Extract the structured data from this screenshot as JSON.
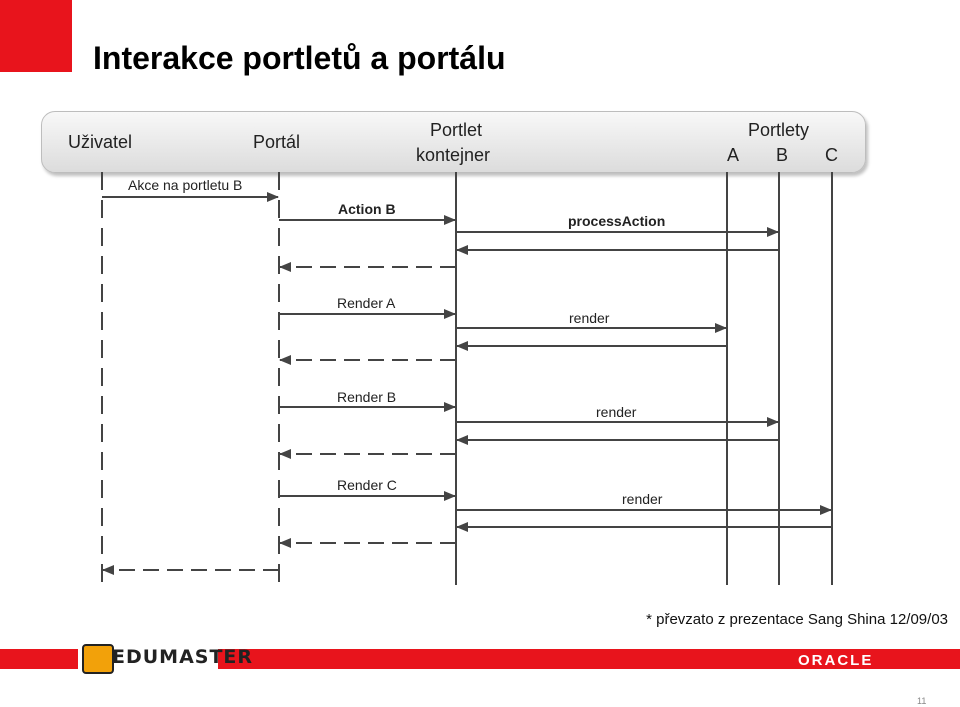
{
  "title": "Interakce portletů a portálu",
  "participants": {
    "user": "Uživatel",
    "portal": "Portál",
    "container_line1": "Portlet",
    "container_line2": "kontejner",
    "portlets_group": "Portlety",
    "portlet_a": "A",
    "portlet_b": "B",
    "portlet_c": "C"
  },
  "messages": {
    "m1": "Akce na portletu B",
    "m2": "Action B",
    "m3": "processAction",
    "m4": "Render A",
    "m5": "render",
    "m6": "Render B",
    "m7": "render",
    "m8": "Render C",
    "m9": "render"
  },
  "footnote": "* převzato z prezentace Sang Shina 12/09/03",
  "footer": {
    "left_logo": "EDUMASTER",
    "right_logo": "ORACLE",
    "page_number": "11"
  },
  "colors": {
    "accent": "#e8141c",
    "line": "#444444"
  }
}
